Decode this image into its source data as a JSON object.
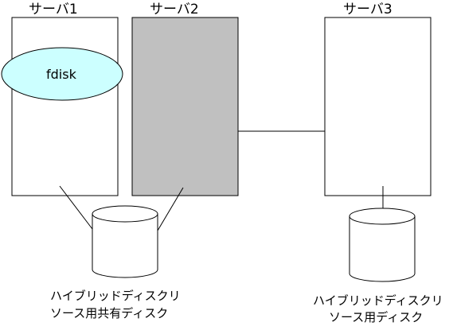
{
  "colors": {
    "line": "#000000",
    "server_box_fill": "#ffffff",
    "server_box_active_fill": "#c0c0c0",
    "ellipse_fill": "#ccffff",
    "disk_fill": "#ffffff"
  },
  "servers": [
    {
      "title": "サーバ1",
      "state": "normal"
    },
    {
      "title": "サーバ2",
      "state": "shaded"
    },
    {
      "title": "サーバ3",
      "state": "normal"
    }
  ],
  "process": {
    "label": "fdisk",
    "on_server": "サーバ1"
  },
  "disks": [
    {
      "caption_line1": "ハイブリッドディスクリ",
      "caption_line2": "ソース用共有ディスク",
      "connected_to": [
        "サーバ1",
        "サーバ2"
      ]
    },
    {
      "caption_line1": "ハイブリッドディスクリ",
      "caption_line2": "ソース用ディスク",
      "connected_to": [
        "サーバ3"
      ]
    }
  ]
}
